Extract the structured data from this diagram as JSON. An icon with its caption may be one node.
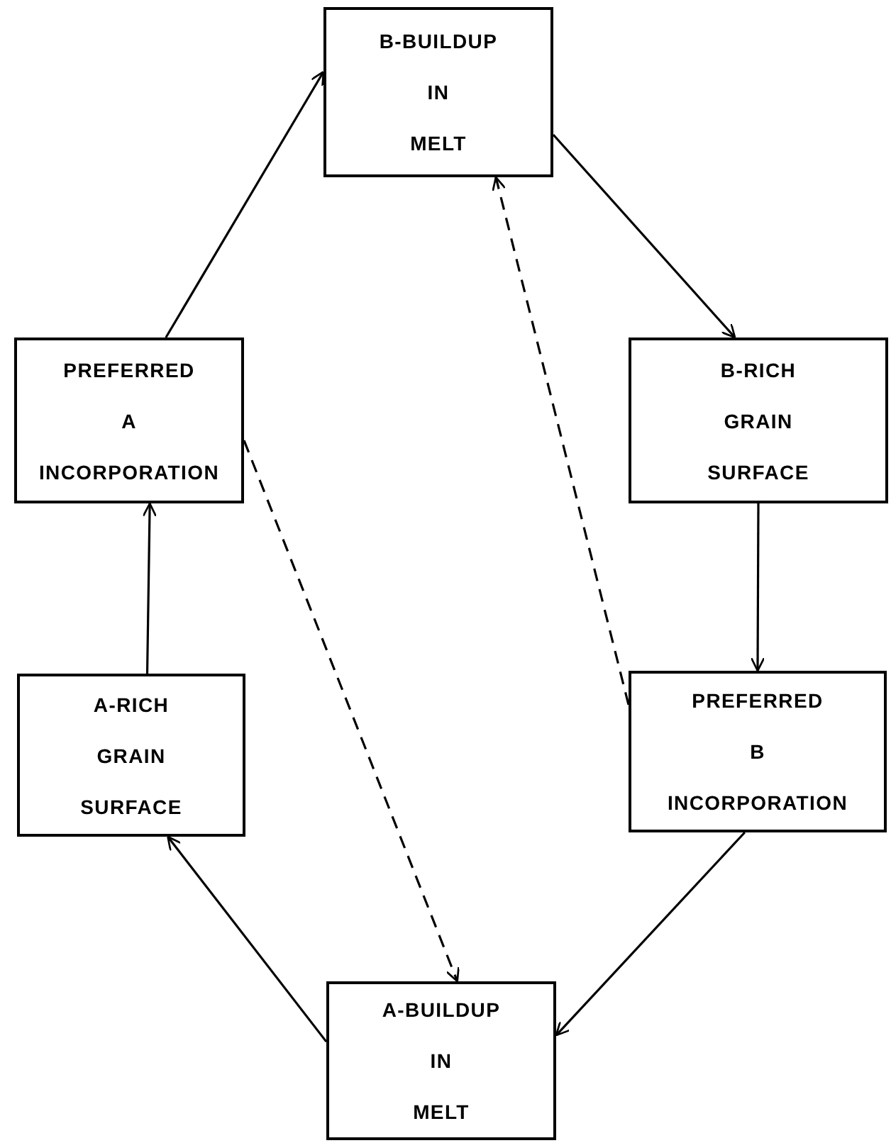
{
  "diagram": {
    "nodes": [
      {
        "text": [
          "B-BUILDUP IN MELT"
        ]
      },
      {
        "text": [
          "B-RICH GRAIN SURFACE"
        ]
      },
      {
        "text": [
          "PREFERRED B INCORPORATION"
        ]
      },
      {
        "text": [
          "A-BUILDUP IN MELT"
        ]
      },
      {
        "text": [
          "A-RICH GRAIN SURFACE"
        ]
      },
      {
        "text": [
          "PREFERRED A INCORPORATION"
        ]
      }
    ],
    "edges": [
      {
        "from": 0,
        "to": 1,
        "arrow": "to"
      },
      {
        "from": 1,
        "to": 2,
        "arrow": "to"
      },
      {
        "from": 2,
        "to": 3,
        "arrow": "to"
      },
      {
        "from": 3,
        "to": 4,
        "arrow": "to"
      },
      {
        "from": 4,
        "to": 5,
        "arrow": "to"
      },
      {
        "from": 5,
        "to": 0,
        "arrow": "to"
      },
      {
        "from": 2,
        "to": 0,
        "arrow": "to",
        "style": "dashed"
      },
      {
        "from": 5,
        "to": 3,
        "arrow": "to",
        "style": "dashed"
      }
    ]
  }
}
